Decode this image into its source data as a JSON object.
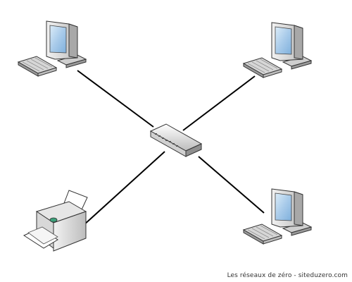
{
  "diagram": {
    "type": "star-network",
    "hub": {
      "kind": "switch",
      "icon": "network-switch-icon"
    },
    "nodes": [
      {
        "id": "pc-top-left",
        "kind": "computer",
        "icon": "desktop-computer-icon"
      },
      {
        "id": "pc-top-right",
        "kind": "computer",
        "icon": "desktop-computer-icon"
      },
      {
        "id": "pc-bottom-right",
        "kind": "computer",
        "icon": "desktop-computer-icon"
      },
      {
        "id": "printer-bottom-left",
        "kind": "printer",
        "icon": "printer-icon"
      }
    ],
    "links": [
      {
        "from": "pc-top-left",
        "to": "switch"
      },
      {
        "from": "pc-top-right",
        "to": "switch"
      },
      {
        "from": "pc-bottom-right",
        "to": "switch"
      },
      {
        "from": "printer-bottom-left",
        "to": "switch"
      }
    ]
  },
  "credit": "Les réseaux de zéro - siteduzero.com",
  "colors": {
    "line": "#000000",
    "device_body": "#d9d9d9",
    "device_dark": "#9a9a9a",
    "screen": "#9ec6e8"
  }
}
